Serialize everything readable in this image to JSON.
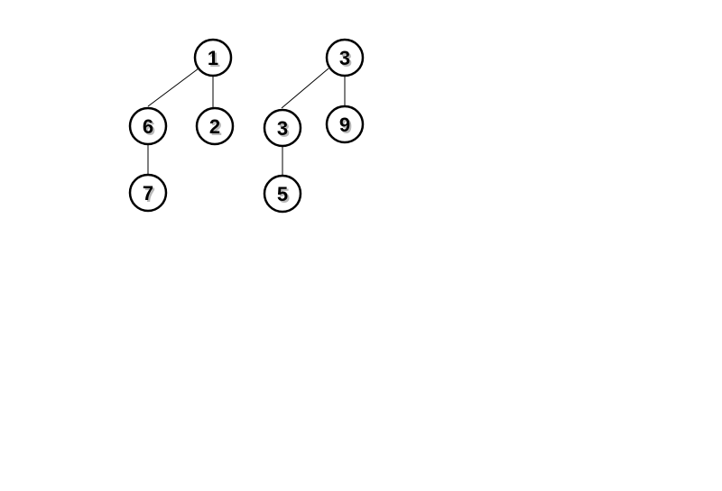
{
  "diagram": {
    "trees": [
      {
        "nodes": [
          {
            "id": "t1-root",
            "label": "1"
          },
          {
            "id": "t1-left",
            "label": "6"
          },
          {
            "id": "t1-right",
            "label": "2"
          },
          {
            "id": "t1-leftleft",
            "label": "7"
          }
        ],
        "edges": [
          {
            "from": "t1-root",
            "to": "t1-left"
          },
          {
            "from": "t1-root",
            "to": "t1-right"
          },
          {
            "from": "t1-left",
            "to": "t1-leftleft"
          }
        ]
      },
      {
        "nodes": [
          {
            "id": "t2-root",
            "label": "3"
          },
          {
            "id": "t2-left",
            "label": "3"
          },
          {
            "id": "t2-right",
            "label": "9"
          },
          {
            "id": "t2-leftleft",
            "label": "5"
          }
        ],
        "edges": [
          {
            "from": "t2-root",
            "to": "t2-left"
          },
          {
            "from": "t2-root",
            "to": "t2-right"
          },
          {
            "from": "t2-left",
            "to": "t2-leftleft"
          }
        ]
      }
    ],
    "colors": {
      "stroke": "#000000",
      "fill": "#ffffff",
      "label_shadow": "#b8b8b8"
    }
  }
}
